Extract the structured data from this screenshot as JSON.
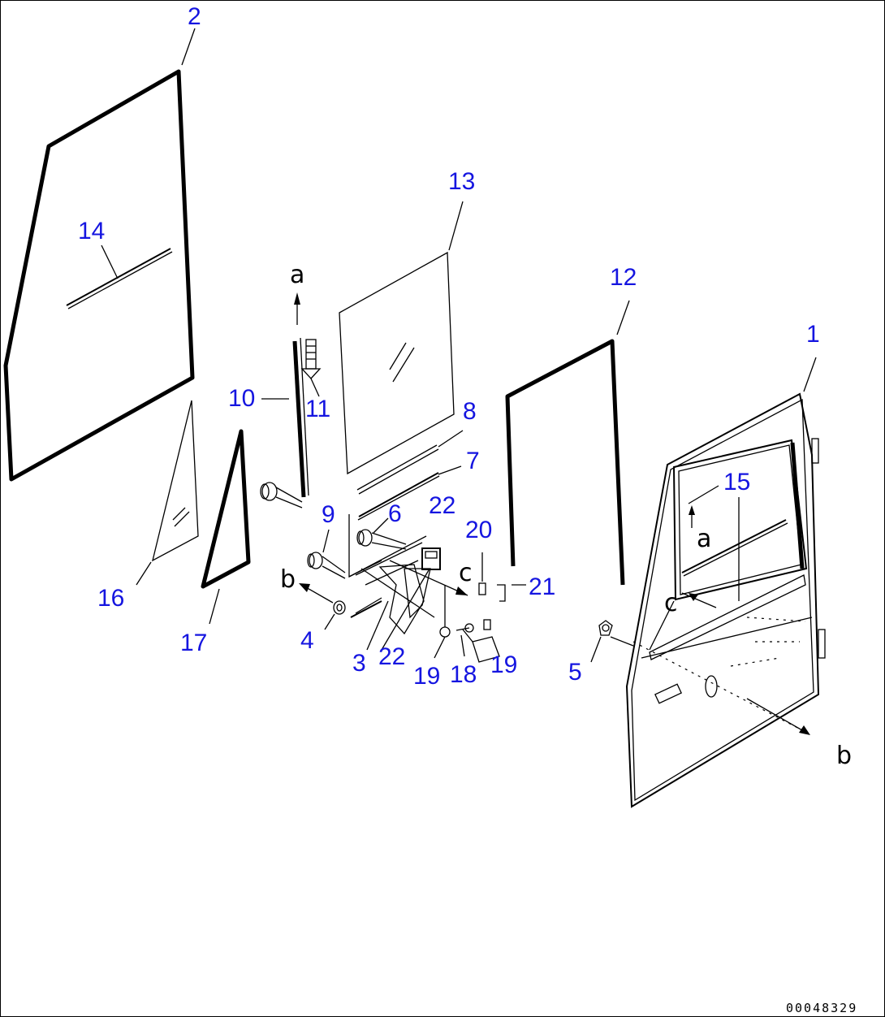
{
  "diagram": {
    "reference_code": "00048329",
    "callouts": [
      {
        "id": "c1",
        "text": "1"
      },
      {
        "id": "c2",
        "text": "2"
      },
      {
        "id": "c3",
        "text": "3"
      },
      {
        "id": "c4",
        "text": "4"
      },
      {
        "id": "c5",
        "text": "5"
      },
      {
        "id": "c6",
        "text": "6"
      },
      {
        "id": "c7",
        "text": "7"
      },
      {
        "id": "c8",
        "text": "8"
      },
      {
        "id": "c9",
        "text": "9"
      },
      {
        "id": "c10",
        "text": "10"
      },
      {
        "id": "c11",
        "text": "11"
      },
      {
        "id": "c12",
        "text": "12"
      },
      {
        "id": "c13",
        "text": "13"
      },
      {
        "id": "c14",
        "text": "14"
      },
      {
        "id": "c15",
        "text": "15"
      },
      {
        "id": "c16",
        "text": "16"
      },
      {
        "id": "c17",
        "text": "17"
      },
      {
        "id": "c18",
        "text": "18"
      },
      {
        "id": "c19a",
        "text": "19"
      },
      {
        "id": "c19b",
        "text": "19"
      },
      {
        "id": "c20",
        "text": "20"
      },
      {
        "id": "c21",
        "text": "21"
      },
      {
        "id": "c22a",
        "text": "22"
      },
      {
        "id": "c22b",
        "text": "22"
      }
    ],
    "connectors": [
      {
        "id": "a1",
        "text": "a"
      },
      {
        "id": "a2",
        "text": "a"
      },
      {
        "id": "b1",
        "text": "b"
      },
      {
        "id": "b2",
        "text": "b"
      },
      {
        "id": "cc1",
        "text": "c"
      },
      {
        "id": "cc2",
        "text": "c"
      }
    ]
  }
}
